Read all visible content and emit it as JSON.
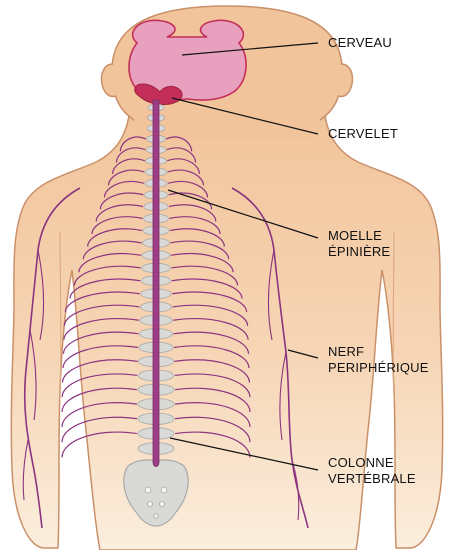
{
  "diagram": {
    "labels": {
      "cerveau": [
        "CERVEAU"
      ],
      "cervelet": [
        "CERVELET"
      ],
      "moelle": [
        "MOELLE",
        "ÉPINIÈRE"
      ],
      "nerf": [
        "NERF",
        "PERIPHÉRIQUE"
      ],
      "colonne": [
        "COLONNE",
        "VERTÉBRALE"
      ]
    },
    "colors": {
      "skin": "#f3c9a0",
      "skin_outline": "#c9906a",
      "brain": "#e8a0bf",
      "brain_outline": "#c42f5a",
      "cerebellum": "#c42f5a",
      "spinal_cord": "#9c3d86",
      "nerves": "#8c3480",
      "vertebra": "#d9d9d7",
      "leader_lines": "#111111"
    }
  }
}
